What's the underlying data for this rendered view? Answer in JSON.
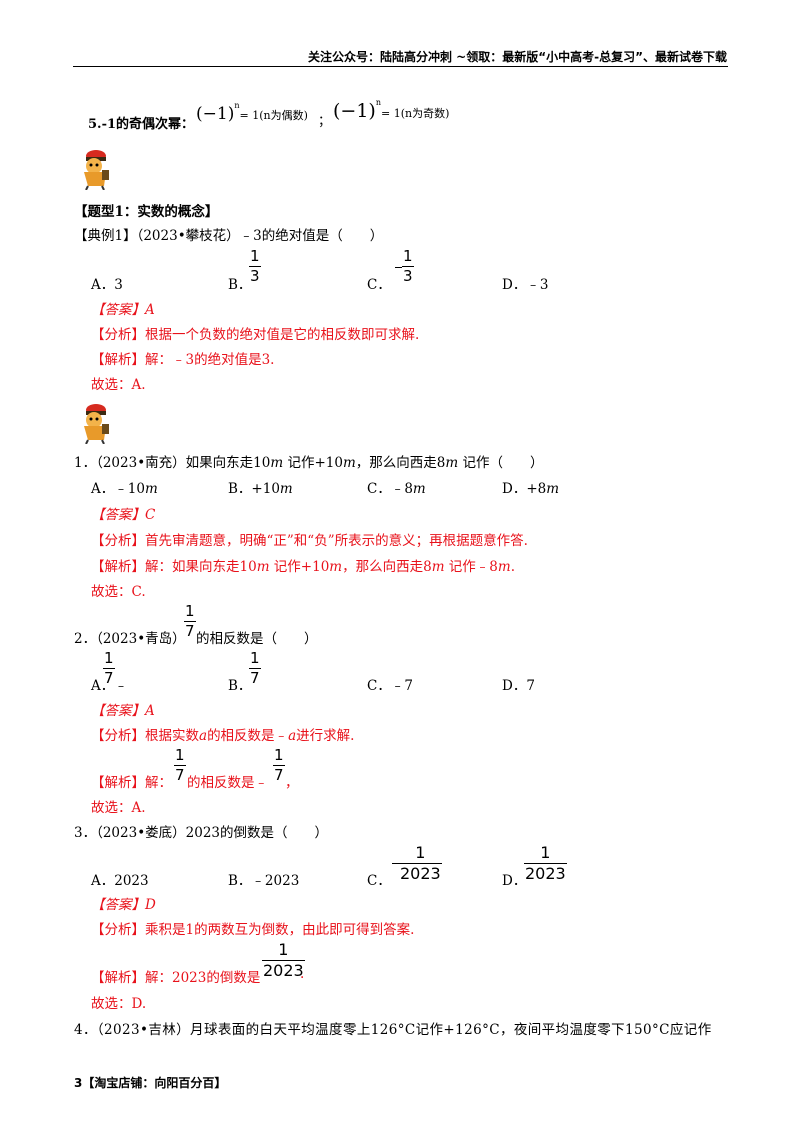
{
  "header": {
    "text": "关注公众号：陆陆高分冲刺 ~领取：最新版“小中高考-总复习”、最新试卷下载"
  },
  "intro": {
    "label": "5.-1的奇偶次幂：",
    "formula1": "(−1)",
    "exp1": "n",
    "rest1": "= 1(n为偶数)",
    "sep": "；",
    "formula2": "(−1)",
    "exp2": "n",
    "rest2": "= 1(n为奇数)"
  },
  "section_title": "【题型1：实数的概念】",
  "example": {
    "stem": "【典例1】（2023•攀枝花）﹣3的绝对值是（　　）",
    "a": "A．3",
    "b_prefix": "B．",
    "b_num": "1",
    "b_den": "3",
    "c_prefix": "C．",
    "c_num": "1",
    "c_den": "3",
    "d": "D．﹣3",
    "answer": "【答案】A",
    "analysis": "【分析】根据一个负数的绝对值是它的相反数即可求解.",
    "solution": "【解析】解：﹣3的绝对值是3.",
    "choice": "故选：A."
  },
  "q1": {
    "stem_pre": "1．（2023•南充）如果向东走10",
    "m1": "m",
    "stem_mid": " 记作+10",
    "m2": "m",
    "stem_mid2": "，那么向西走8",
    "m3": "m",
    "stem_end": " 记作（　　）",
    "a": "A．﹣10",
    "a_m": "m",
    "b": "B．+10",
    "b_m": "m",
    "c": "C．﹣8",
    "c_m": "m",
    "d": "D．+8",
    "d_m": "m",
    "answer": "【答案】C",
    "analysis": "【分析】首先审清题意，明确“正”和“负”所表示的意义；再根据题意作答.",
    "sol_pre": "【解析】解：如果向东走10",
    "sol_m1": "m",
    "sol_mid": " 记作+10",
    "sol_m2": "m",
    "sol_mid2": "，那么向西走8",
    "sol_m3": "m",
    "sol_end": " 记作﹣8",
    "sol_m4": "m",
    "sol_dot": ".",
    "choice": "故选：C."
  },
  "q2": {
    "stem_pre": "2．（2023•青岛）",
    "stem_num": "1",
    "stem_den": "7",
    "stem_end": "的相反数是（　　）",
    "a_prefix": "A．﹣",
    "a_num": "1",
    "a_den": "7",
    "b_prefix": "B．",
    "b_num": "1",
    "b_den": "7",
    "c": "C．﹣7",
    "d": "D．7",
    "answer": "【答案】A",
    "analysis_pre": "【分析】根据实数",
    "analysis_a": "a",
    "analysis_mid": "的相反数是﹣",
    "analysis_a2": "a",
    "analysis_end": "进行求解.",
    "sol_pre": "【解析】解：",
    "sol_num1": "1",
    "sol_den1": "7",
    "sol_mid": "的相反数是﹣",
    "sol_num2": "1",
    "sol_den2": "7",
    "sol_end": "，",
    "choice": "故选：A."
  },
  "q3": {
    "stem": "3．（2023•娄底）2023的倒数是（　　）",
    "a": "A．2023",
    "b": "B．﹣2023",
    "c_prefix": "C．",
    "c_num": "1",
    "c_den": "2023",
    "d_prefix": "D．",
    "d_num": "1",
    "d_den": "2023",
    "answer": "【答案】D",
    "analysis": "【分析】乘积是1的两数互为倒数，由此即可得到答案.",
    "sol_pre": "【解析】解：2023的倒数是",
    "sol_num": "1",
    "sol_den": "2023",
    "sol_end": ".",
    "choice": "故选：D."
  },
  "q4": {
    "stem": "4．（2023•吉林）月球表面的白天平均温度零上126°C记作+126°C，夜间平均温度零下150°C应记作"
  },
  "footer": {
    "text": "3【淘宝店铺：向阳百分百】"
  }
}
